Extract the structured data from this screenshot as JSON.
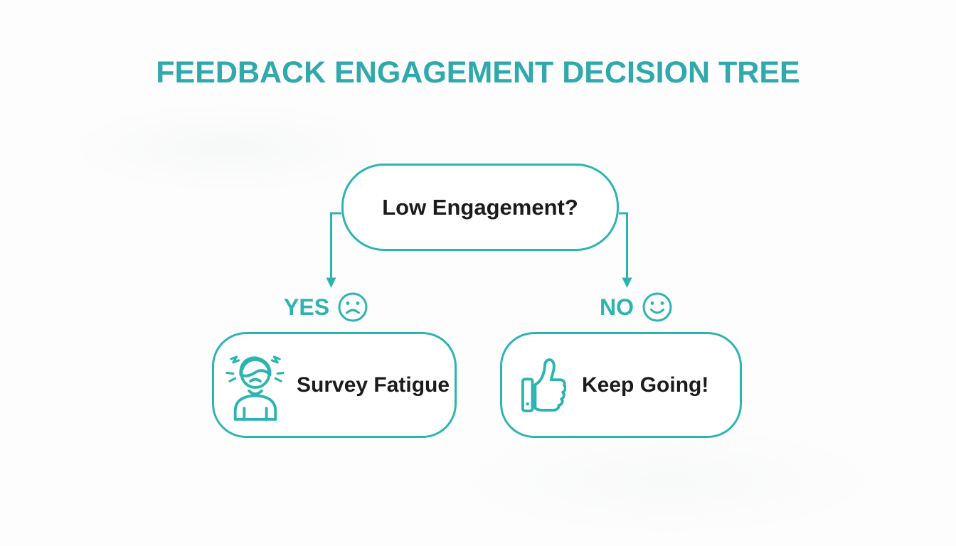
{
  "colors": {
    "accent": "#2db4b1",
    "title": "#2fa9ac",
    "text": "#1b1b1b",
    "background": "#fdfdfd"
  },
  "title": "FEEDBACK ENGAGEMENT DECISION TREE",
  "tree": {
    "root": {
      "label": "Low Engagement?"
    },
    "branches": [
      {
        "answer": "YES",
        "mood_icon": "sad-face-icon",
        "outcome": {
          "label": "Survey Fatigue",
          "icon": "stressed-person-icon"
        }
      },
      {
        "answer": "NO",
        "mood_icon": "happy-face-icon",
        "outcome": {
          "label": "Keep Going!",
          "icon": "thumbs-up-icon"
        }
      }
    ]
  }
}
